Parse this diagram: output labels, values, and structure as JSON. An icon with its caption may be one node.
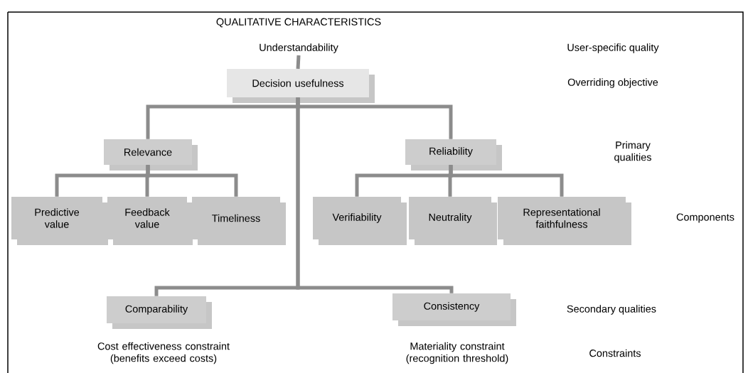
{
  "diagram": {
    "title": "QUALITATIVE CHARACTERISTICS",
    "nodes": [
      {
        "text": [
          "Understandability"
        ]
      },
      {
        "text": [
          "Decision usefulness"
        ]
      },
      {
        "text": [
          "Relevance"
        ]
      },
      {
        "text": [
          "Reliability"
        ]
      },
      {
        "text": [
          "Predictive value"
        ]
      },
      {
        "text": [
          "Feedback value"
        ]
      },
      {
        "text": [
          "Timeliness"
        ]
      },
      {
        "text": [
          "Verifiability"
        ]
      },
      {
        "text": [
          "Neutrality"
        ]
      },
      {
        "text": [
          "Representational faithfulness"
        ]
      },
      {
        "text": [
          "Comparability"
        ]
      },
      {
        "text": [
          "Consistency"
        ]
      }
    ],
    "edges": [
      {
        "from": 0,
        "to": 1,
        "arrow": "none"
      },
      {
        "from": 1,
        "to": 2,
        "arrow": "none"
      },
      {
        "from": 1,
        "to": 3,
        "arrow": "none"
      },
      {
        "from": 2,
        "to": 4,
        "arrow": "none"
      },
      {
        "from": 2,
        "to": 5,
        "arrow": "none"
      },
      {
        "from": 2,
        "to": 6,
        "arrow": "none"
      },
      {
        "from": 3,
        "to": 7,
        "arrow": "none"
      },
      {
        "from": 3,
        "to": 8,
        "arrow": "none"
      },
      {
        "from": 3,
        "to": 9,
        "arrow": "none"
      },
      {
        "from": 1,
        "to": 10,
        "arrow": "none"
      },
      {
        "from": 1,
        "to": 11,
        "arrow": "none"
      }
    ],
    "labels": [
      "User-specific quality",
      "Overriding objective",
      "Primary qualities",
      "Components",
      "Secondary qualities",
      "Cost effectiveness constraint (benefits exceed costs)",
      "Materiality constraint (recognition threshold)",
      "Constraints"
    ]
  }
}
